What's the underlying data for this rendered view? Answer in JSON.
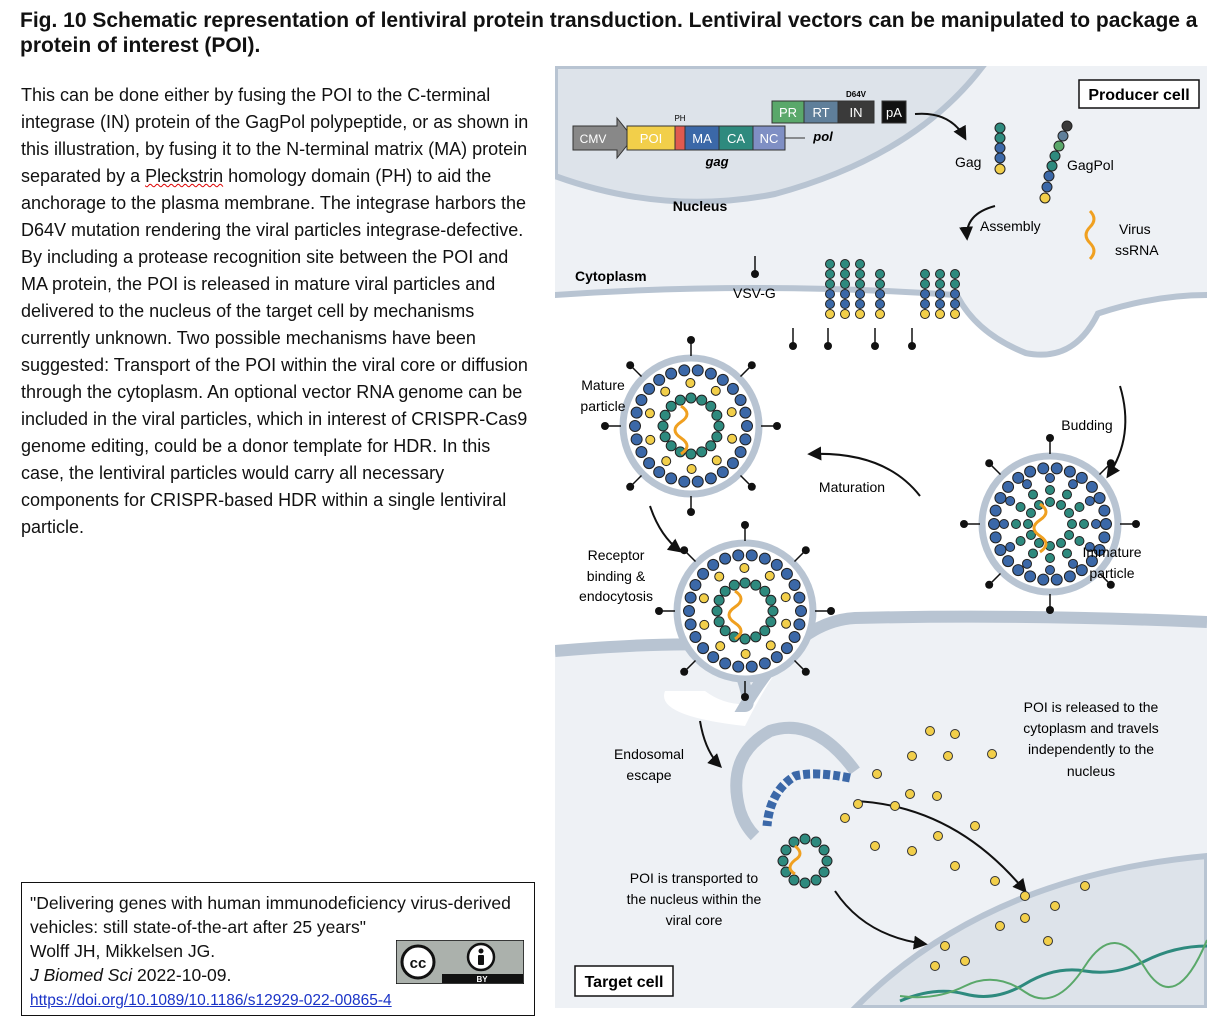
{
  "title": "Fig. 10 Schematic representation of lentiviral protein transduction. Lentiviral vectors can be manipulated to package a protein of interest (POI).",
  "body_text_parts": [
    "This can be done either by fusing the POI to the C-terminal integrase (IN) protein of the GagPol polypeptide, or as shown in this illustration, by fusing it to the N-terminal matrix (MA) protein separated by a ",
    "Pleckstrin",
    " homology domain (PH) to aid the anchorage to the plasma membrane. The integrase harbors the D64V mutation rendering the viral particles integrase-defective. By including a protease recognition site between the POI and MA protein, the POI is released in mature viral particles and delivered to the nucleus of the target cell by mechanisms currently unknown. Two possible mechanisms have been suggested: Transport of the POI within the viral core or diffusion through the cytoplasm. An optional vector RNA genome can be included in the viral particles, which in interest of CRISPR-Cas9 genome editing, could be a donor template for HDR. In this case, the lentiviral particles would carry all necessary components for CRISPR-based HDR within a single lentiviral particle."
  ],
  "citation": {
    "title": "\"Delivering genes with human immunodeficiency virus-derived vehicles: still state-of-the-art after 25 years\"",
    "authors": "Wolff JH, Mikkelsen JG.",
    "journal": "J Biomed Sci",
    "date": " 2022-10-09.",
    "url": "https://doi.org/10.1089/10.1186/s12929-022-00865-4",
    "license_left": "cc",
    "license_right": "BY"
  },
  "diagram": {
    "producer_cell": "Producer cell",
    "nucleus": "Nucleus",
    "cytoplasm": "Cytoplasm",
    "target_cell": "Target cell",
    "construct": {
      "cmv": "CMV",
      "poi": "POI",
      "ph": "PH",
      "ma": "MA",
      "ca": "CA",
      "nc": "NC",
      "gag": "gag",
      "pr": "PR",
      "rt": "RT",
      "in": "IN",
      "pa": "pA",
      "d64v": "D64V",
      "pol": "pol"
    },
    "labels": {
      "gag": "Gag",
      "gagpol": "GagPol",
      "assembly": "Assembly",
      "virus": "Virus",
      "ssrna": "ssRNA",
      "vsvg": "VSV-G",
      "mature1": "Mature",
      "mature2": "particle",
      "budding": "Budding",
      "maturation": "Maturation",
      "immature1": "Immature",
      "immature2": "particle",
      "receptor1": "Receptor",
      "receptor2": "binding &",
      "receptor3": "endocytosis",
      "endo1": "Endosomal",
      "endo2": "escape",
      "released1": "POI is released to the",
      "released2": "cytoplasm and travels",
      "released3": "independently to the",
      "released4": "nucleus",
      "transported1": "POI is transported to",
      "transported2": "the nucleus within the",
      "transported3": "viral core"
    },
    "colors": {
      "poi": "#f2cf4a",
      "ph": "#e05a4f",
      "ma": "#3b68a8",
      "ca": "#2e8a7e",
      "nc": "#7f8fc4",
      "pr": "#5aa86a",
      "rt": "#5f7f9a",
      "in": "#3a3a3a",
      "membrane": "#b8c4d2",
      "cell": "#eef1f5"
    }
  }
}
